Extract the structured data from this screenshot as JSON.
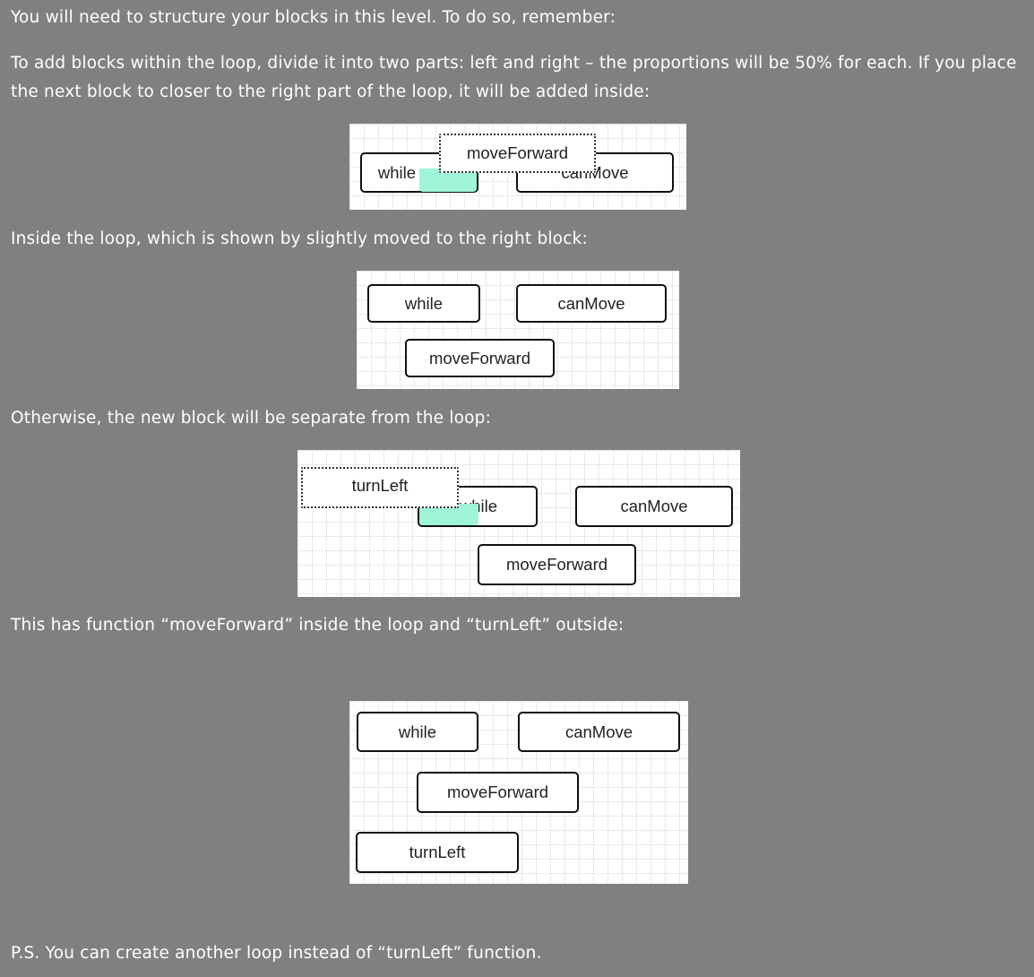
{
  "instructions": {
    "intro": "You will need to structure your blocks in this level. To do so, remember:",
    "rule_line1": "To add blocks within the loop, divide it into two parts: left and right – the proportions will be 50% for each. If you place",
    "rule_line2": "the next block to closer to the right part of the loop, it will be added inside:",
    "inside_caption": "Inside the loop, which is shown by slightly moved to the right block:",
    "otherwise_caption": "Otherwise, the new block will be separate from the loop:",
    "result_caption": "This has function “moveForward” inside the loop and “turnLeft” outside:",
    "ps": "P.S. You can create another loop instead of “turnLeft” function."
  },
  "blocks": {
    "while": "while",
    "canMove": "canMove",
    "moveForward": "moveForward",
    "turnLeft": "turnLeft"
  },
  "colors": {
    "page_background": "#808080",
    "drop_highlight": "#9ff5d6",
    "block_border": "#111111"
  }
}
